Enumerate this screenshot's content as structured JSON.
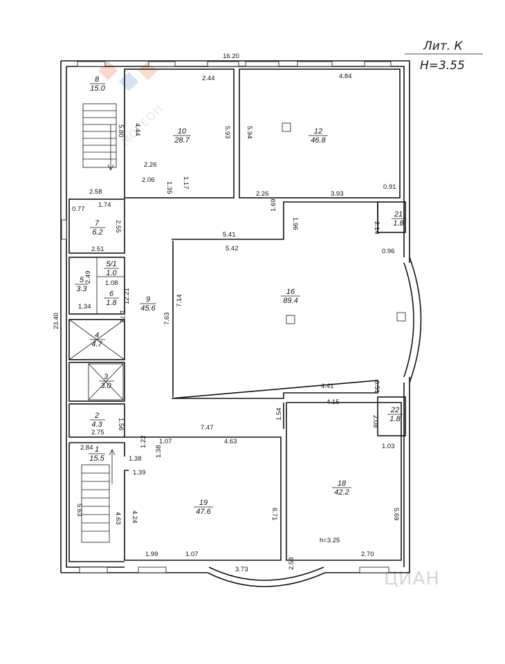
{
  "header": {
    "liter": "Лит. К",
    "height": "H=3.55"
  },
  "watermarks": {
    "top_brand": "МОРЕОН",
    "bottom_brand": "ЦИАН"
  },
  "overall_dims": {
    "width": "16.20",
    "length": "23.40"
  },
  "rooms": [
    {
      "id": "r8",
      "number": "8",
      "area": "15.0"
    },
    {
      "id": "r10",
      "number": "10",
      "area": "28.7"
    },
    {
      "id": "r12",
      "number": "12",
      "area": "46.8"
    },
    {
      "id": "r7",
      "number": "7",
      "area": "6.2"
    },
    {
      "id": "r21",
      "number": "21",
      "area": "1.8"
    },
    {
      "id": "r5",
      "number": "5",
      "area": "3.3"
    },
    {
      "id": "r51",
      "number": "5/1",
      "area": "1.0"
    },
    {
      "id": "r6",
      "number": "6",
      "area": "1.8"
    },
    {
      "id": "r9",
      "number": "9",
      "area": "45.6"
    },
    {
      "id": "r16",
      "number": "16",
      "area": "89.4"
    },
    {
      "id": "r4",
      "number": "4",
      "area": "4.7"
    },
    {
      "id": "r3",
      "number": "3",
      "area": "3.0"
    },
    {
      "id": "r2",
      "number": "2",
      "area": "4.3"
    },
    {
      "id": "r22",
      "number": "22",
      "area": "1.8"
    },
    {
      "id": "r1",
      "number": "1",
      "area": "15.5"
    },
    {
      "id": "r19",
      "number": "19",
      "area": "47.6"
    },
    {
      "id": "r18",
      "number": "18",
      "area": "42.2"
    }
  ],
  "room18_height": "h=3.25",
  "dimensions": {
    "d_244": "2.44",
    "d_484": "4.84",
    "d_444": "4.44",
    "d_593": "5.93",
    "d_594": "5.94",
    "d_580": "5.80",
    "d_226a": "2.26",
    "d_206": "2.06",
    "d_135": "1.35",
    "d_117": "1.17",
    "d_226b": "2.26",
    "d_393": "3.93",
    "d_091": "0.91",
    "d_258": "2.58",
    "d_077": "0.77",
    "d_174": "1.74",
    "d_255": "2.55",
    "d_251": "2.51",
    "d_169": "1.69",
    "d_196": "1.96",
    "d_214": "2.14",
    "d_541": "5.41",
    "d_542": "5.42",
    "d_096": "0.96",
    "d_249": "2.49",
    "d_108": "1.08",
    "d_134": "1.34",
    "d_172": "1.72",
    "d_1221": "12.21",
    "d_763": "7.63",
    "d_714": "7.14",
    "d_051": "0.51",
    "d_441": "4.41",
    "d_415": "4.15",
    "d_154": "1.54",
    "d_208": "2.08",
    "d_156": "1.56",
    "d_275": "2.75",
    "d_747": "7.47",
    "d_103": "1.03",
    "d_284": "2.84",
    "d_122": "1.22",
    "d_107a": "1.07",
    "d_463a": "4.63",
    "d_138a": "1.38",
    "d_138b": "1.38",
    "d_139": "1.39",
    "d_563": "5.63",
    "d_463b": "4.63",
    "d_424": "4.24",
    "d_671": "6.71",
    "d_569": "5.69",
    "d_199": "1.99",
    "d_107b": "1.07",
    "d_373": "3.73",
    "d_258b": "2.58",
    "d_270": "2.70"
  }
}
